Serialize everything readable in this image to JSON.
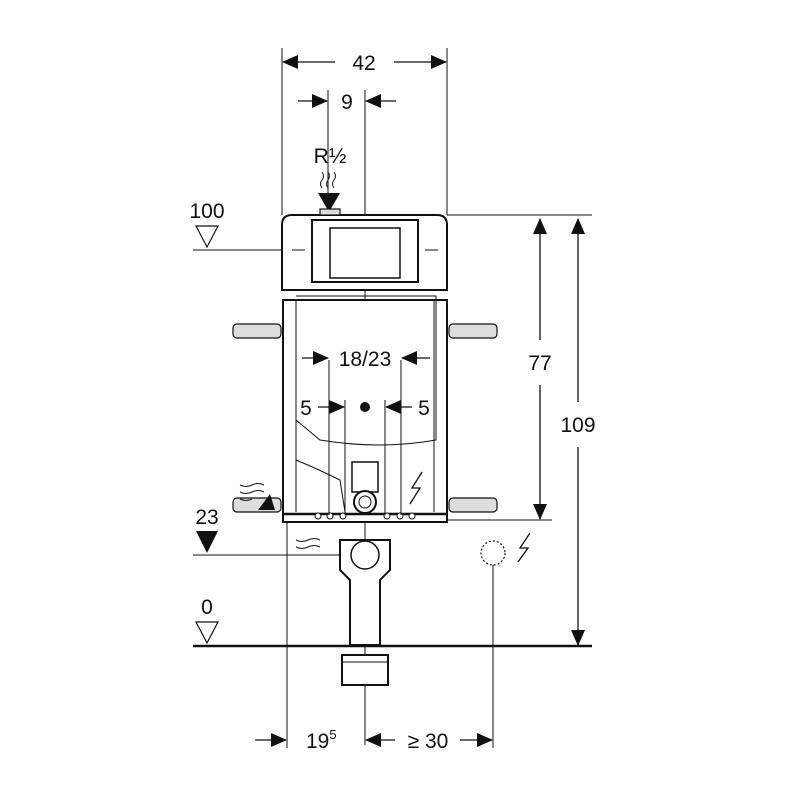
{
  "dimensions": {
    "width_total": "42",
    "offset_inlet": "9",
    "water_inlet": "R½",
    "level_top": "100",
    "height_frame": "77",
    "height_total": "109",
    "pan_connection_spacing": "18/23",
    "left_offset": "5",
    "right_offset": "5",
    "level_outlet": "23",
    "level_floor": "0",
    "wall_distance_base": "19",
    "wall_distance_sup": "5",
    "electrical_distance": "≥ 30"
  },
  "colors": {
    "line": "#111111",
    "background": "#ffffff"
  }
}
